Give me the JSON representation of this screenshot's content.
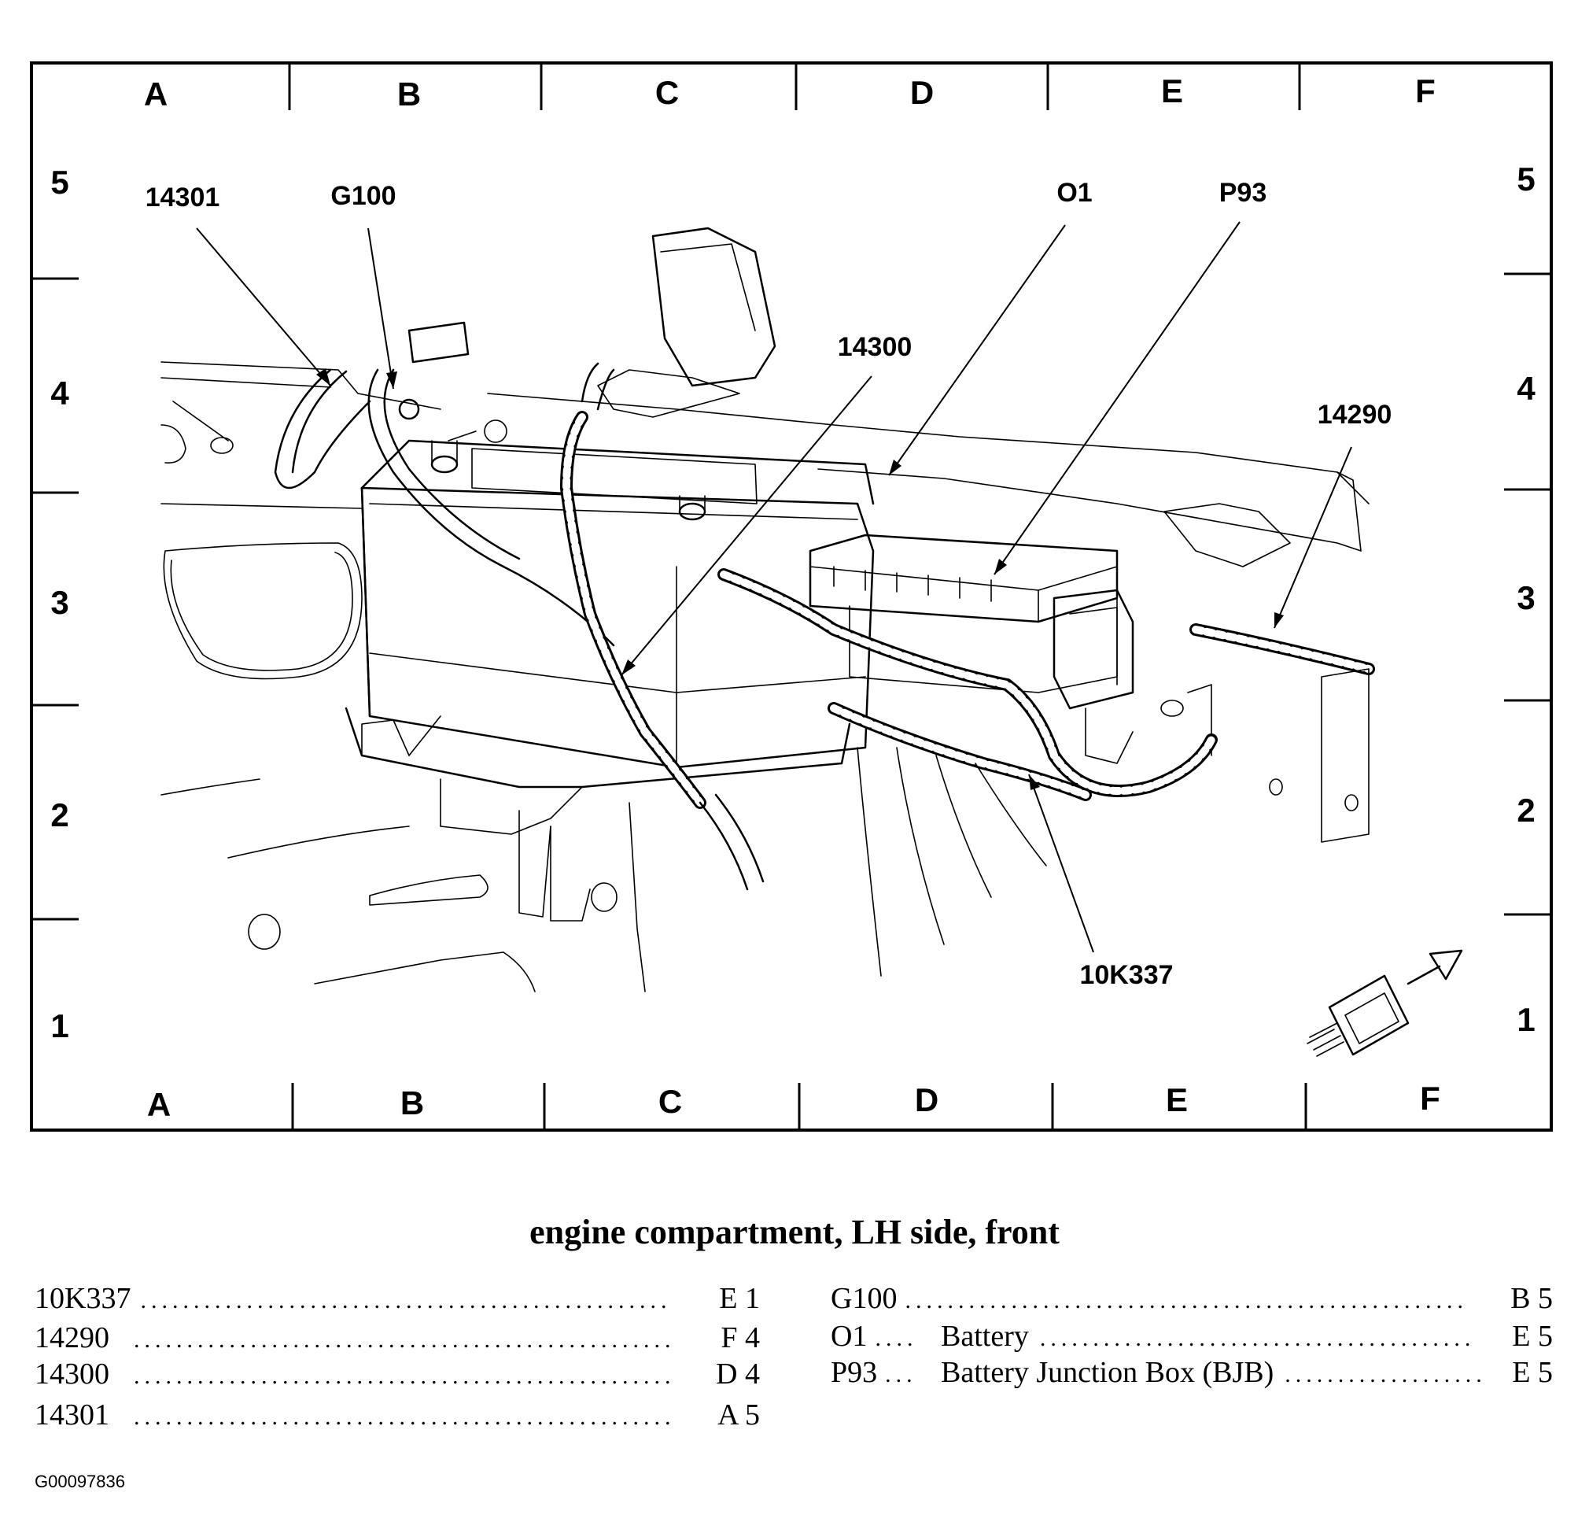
{
  "grid": {
    "columns": [
      "A",
      "B",
      "C",
      "D",
      "E",
      "F"
    ],
    "rows": [
      "5",
      "4",
      "3",
      "2",
      "1"
    ]
  },
  "callouts": {
    "c14301": "14301",
    "g100": "G100",
    "o1": "O1",
    "p93": "P93",
    "c14300": "14300",
    "c14290": "14290",
    "c10k337": "10K337"
  },
  "title": "engine compartment, LH side, front",
  "legend_left": [
    {
      "code": "10K337",
      "desc": "",
      "loc": "E 1"
    },
    {
      "code": "14290",
      "desc": "",
      "loc": "F 4"
    },
    {
      "code": "14300",
      "desc": "",
      "loc": "D 4"
    },
    {
      "code": "14301",
      "desc": "",
      "loc": "A 5"
    }
  ],
  "legend_right": [
    {
      "code": "G100",
      "desc": "",
      "loc": "B 5"
    },
    {
      "code": "O1",
      "desc": "Battery",
      "loc": "E 5"
    },
    {
      "code": "P93",
      "desc": "Battery Junction Box (BJB)",
      "loc": "E 5"
    }
  ],
  "figure_id": "G00097836"
}
